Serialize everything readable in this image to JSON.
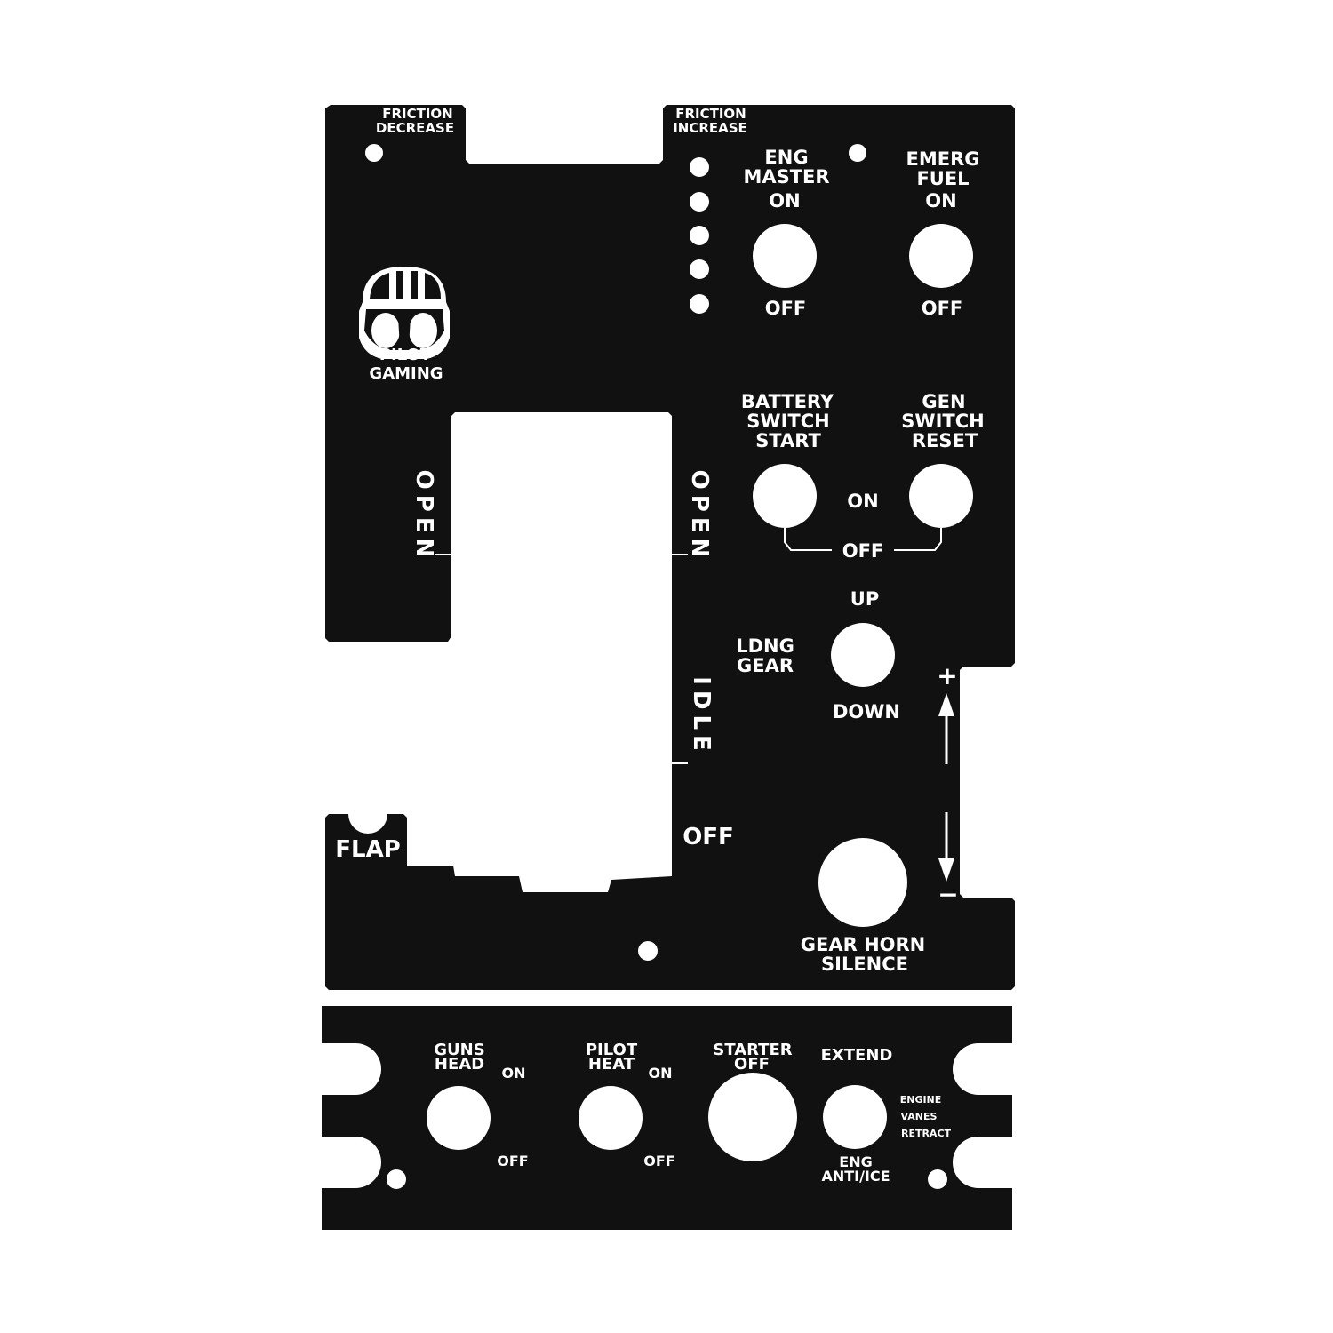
{
  "colors": {
    "panel": "#111111",
    "ink": "#ffffff",
    "background": "#ffffff"
  },
  "upper_panel": {
    "friction_decrease": [
      "FRICTION",
      "DECREASE"
    ],
    "friction_increase": [
      "FRICTION",
      "INCREASE"
    ],
    "eng_master": {
      "title": [
        "ENG",
        "MASTER"
      ],
      "on": "ON",
      "off": "OFF"
    },
    "emerg_fuel": {
      "title": [
        "EMERG",
        "FUEL"
      ],
      "on": "ON",
      "off": "OFF"
    },
    "logo": {
      "line1": "PILOT",
      "line2": "GAMING",
      "icon": "pilot-helmet-icon"
    },
    "battery_switch": [
      "BATTERY",
      "SWITCH",
      "START"
    ],
    "gen_switch": [
      "GEN",
      "SWITCH",
      "RESET"
    ],
    "battery_gen_on": "ON",
    "battery_gen_off": "OFF",
    "canopy_left": "OPEN",
    "canopy_right": "OPEN",
    "ldng_gear": {
      "title": [
        "LDNG",
        "GEAR"
      ],
      "up": "UP",
      "down": "DOWN"
    },
    "idle": "IDLE",
    "throttle_off": "OFF",
    "flap": "FLAP",
    "trim_plus": "+",
    "trim_minus": "−",
    "gear_horn": [
      "GEAR HORN",
      "SILENCE"
    ]
  },
  "lower_panel": {
    "guns_head": {
      "title": [
        "GUNS",
        "HEAD"
      ],
      "on": "ON",
      "off": "OFF"
    },
    "pilot_heat": {
      "title": [
        "PILOT",
        "HEAT"
      ],
      "on": "ON",
      "off": "OFF"
    },
    "starter": [
      "STARTER",
      "OFF"
    ],
    "eng_anti_ice": {
      "extend": "EXTEND",
      "title": [
        "ENG",
        "ANTI/ICE"
      ]
    },
    "engine_vanes": [
      "ENGINE",
      "VANES",
      "RETRACT"
    ]
  }
}
